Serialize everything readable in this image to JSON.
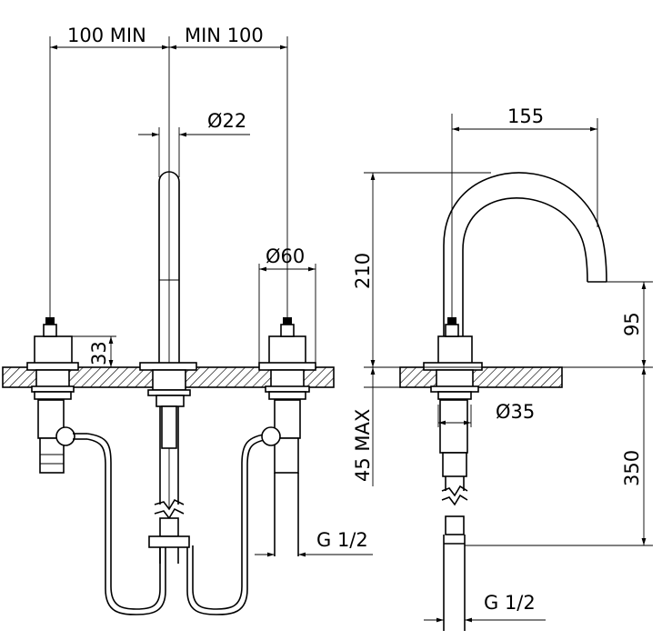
{
  "dimensions": {
    "left_spacing": "100 MIN",
    "right_spacing": "MIN 100",
    "spout_diameter": "Ø22",
    "handle_diameter": "Ø60",
    "handle_height": "33",
    "left_connection": "G 1/2",
    "spout_reach": "155",
    "spout_height": "210",
    "spout_outlet_height": "95",
    "deck_thickness": "45 MAX",
    "base_diameter": "Ø35",
    "hose_length": "350",
    "right_connection": "G 1/2"
  },
  "colors": {
    "line": "#000000",
    "background": "#ffffff"
  }
}
